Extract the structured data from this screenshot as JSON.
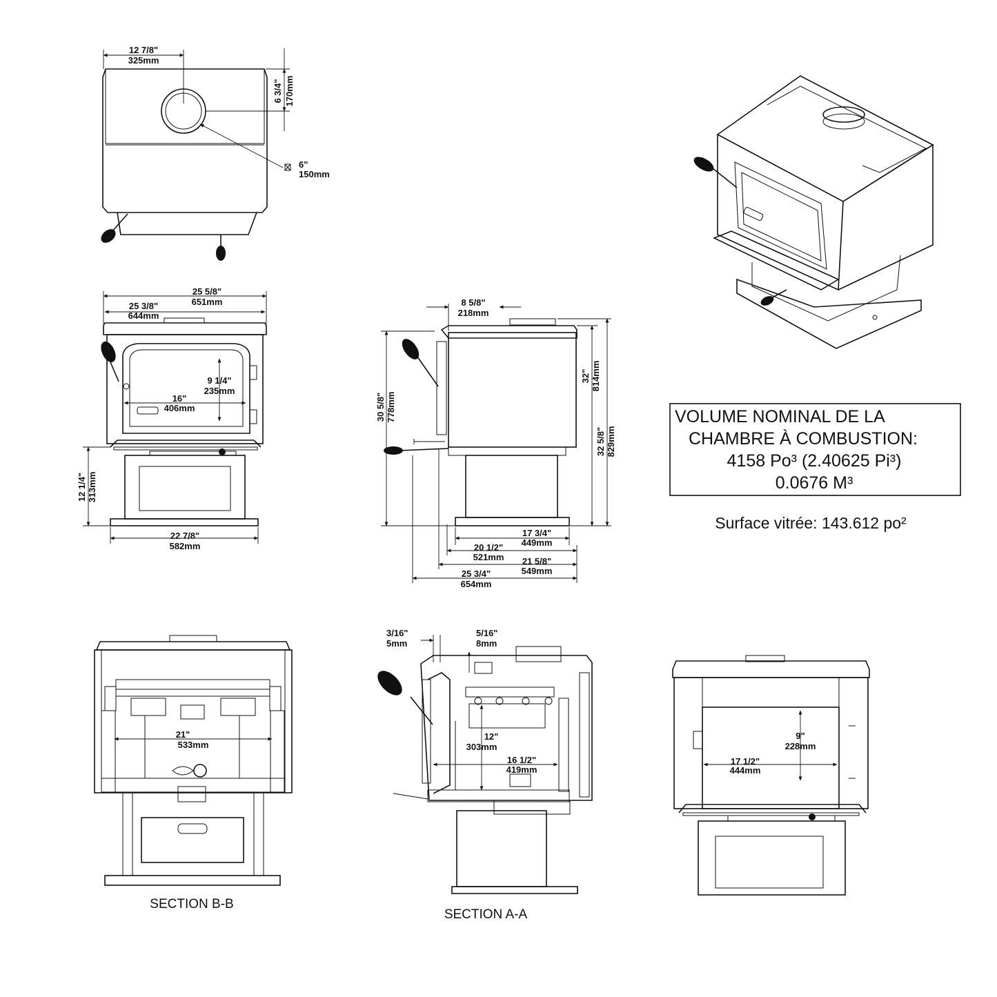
{
  "top_view": {
    "width_in": "12 7/8\"",
    "width_mm": "325mm",
    "depth_in": "6 3/4\"",
    "depth_mm": "170mm",
    "flue_in": "6\"",
    "flue_mm": "150mm"
  },
  "front_view": {
    "overall_in": "25 5/8\"",
    "overall_mm": "651mm",
    "top_in": "25 3/8\"",
    "top_mm": "644mm",
    "door_h_in": "9 1/4\"",
    "door_h_mm": "235mm",
    "door_w_in": "16\"",
    "door_w_mm": "406mm",
    "pedestal_h_in": "12 1/4\"",
    "pedestal_h_mm": "313mm",
    "base_w_in": "22 7/8\"",
    "base_w_mm": "582mm"
  },
  "side_view": {
    "flue_off_in": "8 5/8\"",
    "flue_off_mm": "218mm",
    "handle_h_in": "30 5/8\"",
    "handle_h_mm": "778mm",
    "top_h_in": "32\"",
    "top_h_mm": "814mm",
    "flue_h_in": "32 5/8\"",
    "flue_h_mm": "829mm",
    "base_d_in": "17 3/4\"",
    "base_d_mm": "449mm",
    "d1_in": "20 1/2\"",
    "d1_mm": "521mm",
    "d2_in": "21 5/8\"",
    "d2_mm": "549mm",
    "overall_d_in": "25 3/4\"",
    "overall_d_mm": "654mm"
  },
  "section_bb": {
    "caption": "SECTION B-B",
    "inner_w_in": "21\"",
    "inner_w_mm": "533mm"
  },
  "section_aa": {
    "caption": "SECTION A-A",
    "t1_in": "3/16\"",
    "t1_mm": "5mm",
    "t2_in": "5/16\"",
    "t2_mm": "8mm",
    "h_in": "12\"",
    "h_mm": "303mm",
    "d_in": "16 1/2\"",
    "d_mm": "419mm"
  },
  "firebox_view": {
    "h_in": "9\"",
    "h_mm": "228mm",
    "w_in": "17 1/2\"",
    "w_mm": "444mm"
  },
  "spec_box": {
    "line1": "VOLUME NOMINAL DE  LA",
    "line2": "CHAMBRE À COMBUSTION:",
    "line3": "4158 Po³ (2.40625 Pi³)",
    "line4": "0.0676 M³"
  },
  "glass_surface": "Surface vitrée: 143.612 po²"
}
